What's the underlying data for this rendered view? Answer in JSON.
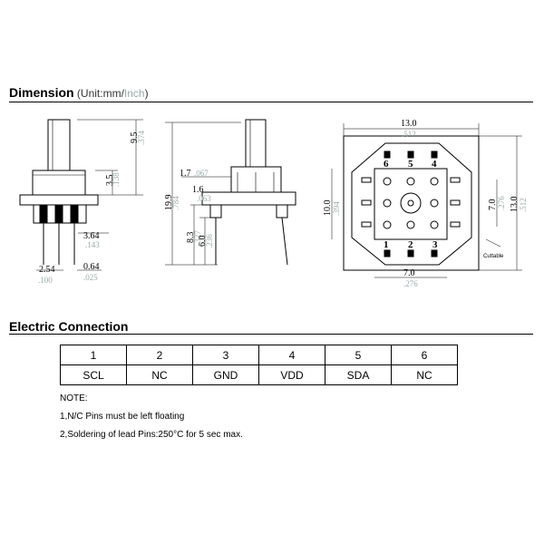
{
  "dimension": {
    "title": "Dimension",
    "unit_open": " (Unit:mm/",
    "unit_inch": "Inch",
    "unit_close": ")"
  },
  "side_view": {
    "height_mm": "9.5",
    "height_in": ".374",
    "mid_mm": "3.5",
    "mid_in": ".138",
    "pin_len_mm": "3.64",
    "pin_len_in": ".143",
    "pitch_mm": "2.54",
    "pitch_in": ".100",
    "pin_w_mm": "0.64",
    "pin_w_in": ".025"
  },
  "front_view": {
    "top_mm": "1.7",
    "top_in": ".067",
    "step_mm": "1.6",
    "step_in": ".063",
    "total_mm": "19.9",
    "total_in": ".784",
    "leg_mm": "8.3",
    "leg_in": ".327",
    "pin_mm": "6.0",
    "pin_in": ".236"
  },
  "top_view": {
    "width_mm": "13.0",
    "width_in": ".512",
    "height_mm": "13.0",
    "height_in": ".512",
    "inner_h_mm": "10.0",
    "inner_h_in": ".394",
    "pin_span_mm": "7.0",
    "pin_span_in": ".276",
    "bottom_w_mm": "7.0",
    "bottom_w_in": ".276",
    "pins_top": [
      "6",
      "5",
      "4"
    ],
    "pins_bottom": [
      "1",
      "2",
      "3"
    ],
    "cuttable": "Cuttable"
  },
  "electric": {
    "title": "Electric Connection",
    "pins": [
      "1",
      "2",
      "3",
      "4",
      "5",
      "6"
    ],
    "signals": [
      "SCL",
      "NC",
      "GND",
      "VDD",
      "SDA",
      "NC"
    ]
  },
  "notes": {
    "heading": "NOTE:",
    "note1": "1,N/C Pins must be left floating",
    "note2": "2,Soldering of lead Pins:250°C for 5 sec max."
  }
}
